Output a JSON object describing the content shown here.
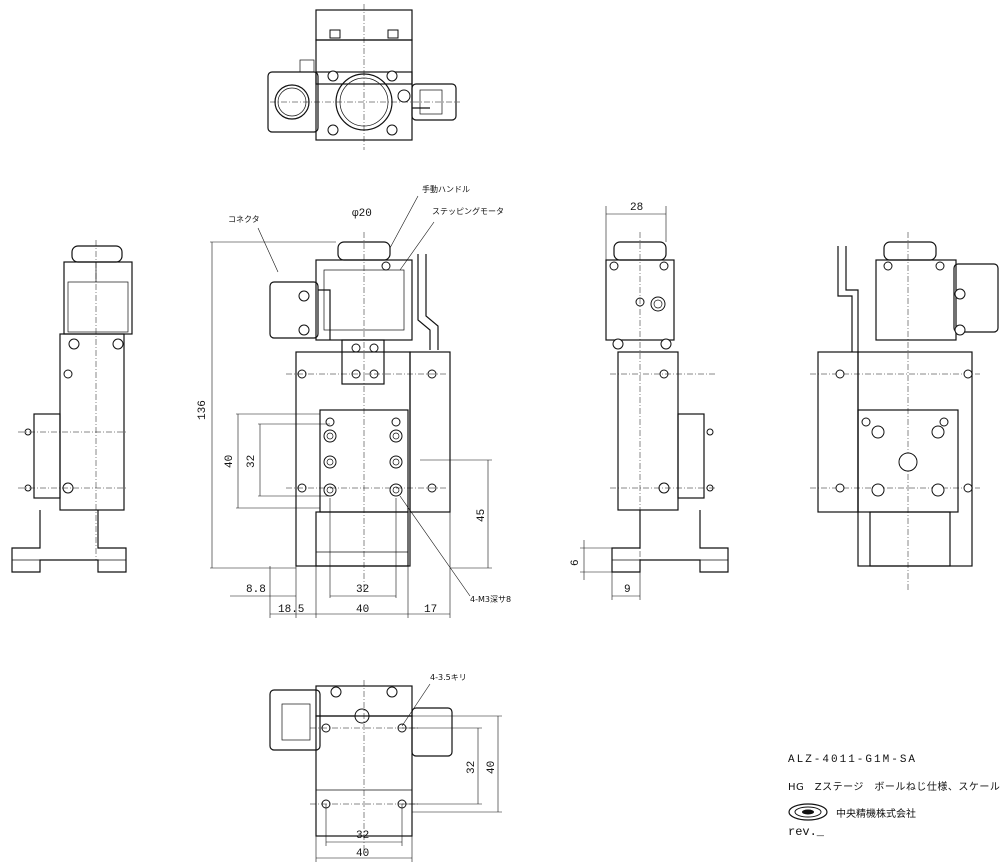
{
  "callouts": {
    "handwheel": "手動ハンドル",
    "stepping_motor": "ステッピングモータ",
    "connector": "コネクタ",
    "tapped_holes": "4-M3深サ8",
    "through_holes": "4-3.5キリ"
  },
  "dimensions": {
    "phi20": "φ20",
    "d28": "28",
    "d136": "136",
    "d40_v": "40",
    "d32_v": "32",
    "d45": "45",
    "d8_8": "8.8",
    "d18_5": "18.5",
    "d32_h": "32",
    "d40_h": "40",
    "d17": "17",
    "d6": "6",
    "d9": "9",
    "bottom_d32_v": "32",
    "bottom_d40_v": "40",
    "bottom_d32_h": "32",
    "bottom_d40_h": "40"
  },
  "title_block": {
    "model": "ALZ-4011-G1M-SA",
    "description": "HG　Zステージ　ボールねじ仕様、スケール付",
    "company": "中央精機株式会社",
    "revision": "rev._"
  }
}
